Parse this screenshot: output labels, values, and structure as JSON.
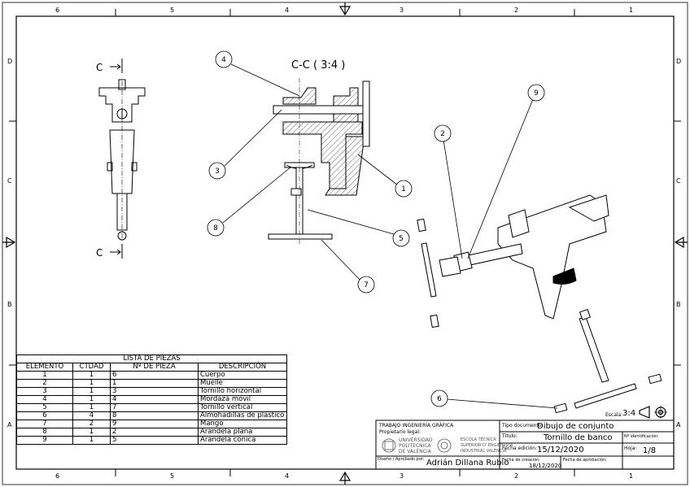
{
  "border": {
    "top_zones": [
      "6",
      "5",
      "4",
      "3",
      "2",
      "1"
    ],
    "bottom_zones": [
      "6",
      "5",
      "4",
      "3",
      "2",
      "1"
    ],
    "left_zones": [
      "D",
      "C",
      "B",
      "A"
    ],
    "right_zones": [
      "D",
      "C",
      "B",
      "A"
    ]
  },
  "views": {
    "section_letter_top": "C",
    "section_letter_bottom": "C",
    "section_title": "C-C ( 3:4 )"
  },
  "balloons": [
    "4",
    "3",
    "8",
    "1",
    "5",
    "7",
    "2",
    "9",
    "6"
  ],
  "bom": {
    "title": "LISTA DE PIEZAS",
    "headers": [
      "ELEMENTO",
      "CTDAD",
      "Nº DE PIEZA",
      "DESCRIPCIÓN"
    ],
    "rows": [
      [
        "1",
        "1",
        "6",
        "Cuerpo"
      ],
      [
        "2",
        "1",
        "1",
        "Muelle"
      ],
      [
        "3",
        "1",
        "3",
        "Tornillo horizontal"
      ],
      [
        "4",
        "1",
        "4",
        "Mordaza móvil"
      ],
      [
        "5",
        "1",
        "7",
        "Tornillo vertical"
      ],
      [
        "6",
        "4",
        "8",
        "Almohadillas de plástico"
      ],
      [
        "7",
        "2",
        "9",
        "Mango"
      ],
      [
        "8",
        "1",
        "2",
        "Arandela plana"
      ],
      [
        "9",
        "1",
        "5",
        "Arandela cónica"
      ]
    ]
  },
  "scale": {
    "label": "Escala:",
    "value": "3:4"
  },
  "title_block": {
    "dept": "TRABAJO INGENIERÍA GRÁFICA",
    "owner_label": "Propietario legal:",
    "university": [
      "UNIVERSIDAD",
      "POLITÈCNICA",
      "DE VALÈNCIA"
    ],
    "school": [
      "ESCOLA TÈCNICA",
      "SUPERIOR D' ENGINYERIA",
      "INDUSTRIAL VALÈNCIA"
    ],
    "doc_type_label": "Tipo documento:",
    "doc_type": "Dibujo de conjunto",
    "id_label": "Nº identificación:",
    "title_label": "Título:",
    "title": "Tornillo de banco",
    "edition_label": "Fecha edición:",
    "edition": "15/12/2020",
    "sheet_label": "Hoja:",
    "sheet": "1/8",
    "author_label": "Diseño / Aprobado por:",
    "author": "Adrián Dillana Rubio",
    "created_label": "Fecha de creación:",
    "created": "18/12/2020",
    "approved_label": "Fecha de aprobación:"
  }
}
